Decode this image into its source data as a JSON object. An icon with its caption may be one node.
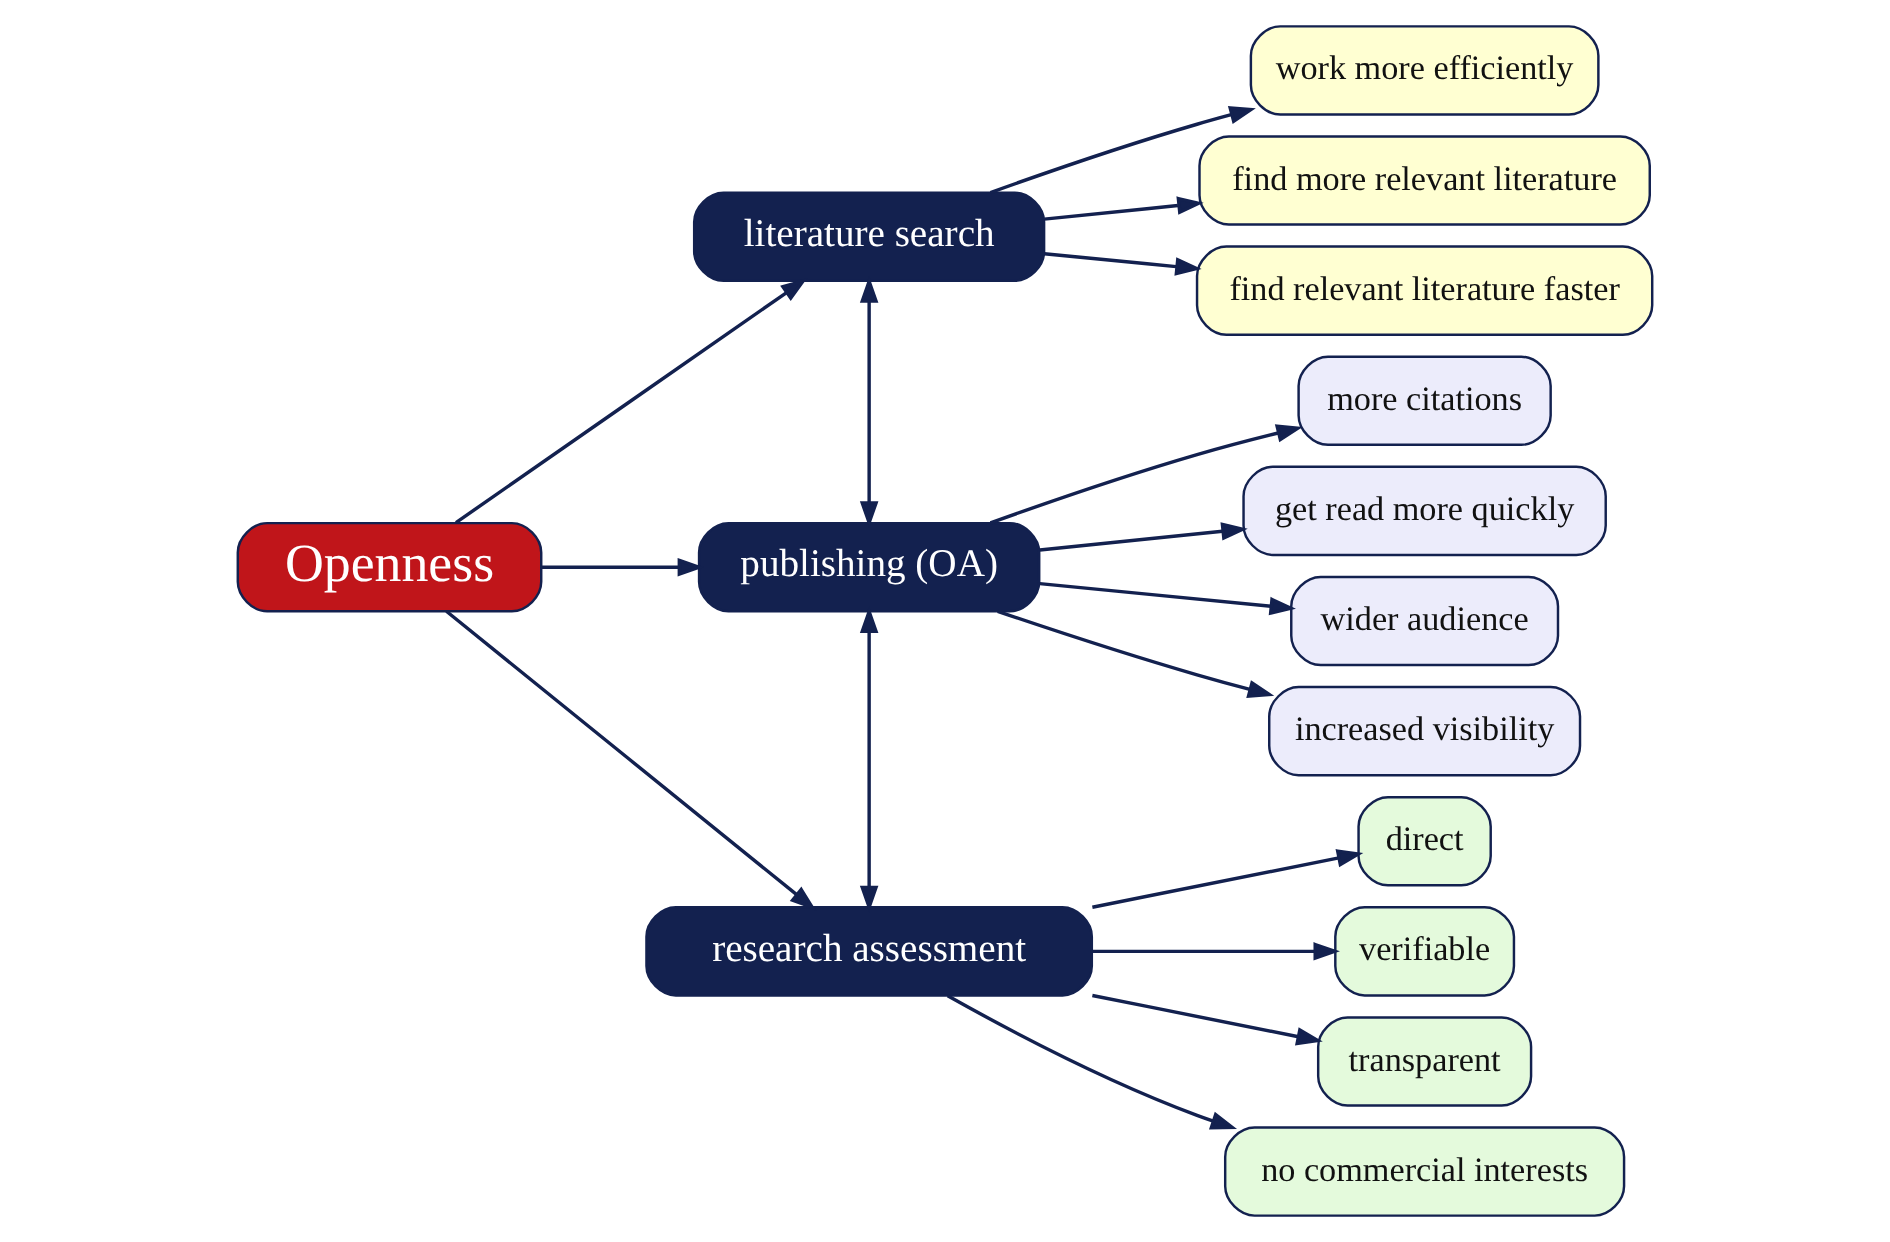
{
  "diagram": {
    "nodes": [
      {
        "text": [
          "Openness"
        ]
      },
      {
        "text": [
          "literature search"
        ]
      },
      {
        "text": [
          "publishing (OA)"
        ]
      },
      {
        "text": [
          "research assessment"
        ]
      },
      {
        "text": [
          "work more efficiently"
        ]
      },
      {
        "text": [
          "find more relevant literature"
        ]
      },
      {
        "text": [
          "find relevant literature faster"
        ]
      },
      {
        "text": [
          "more citations"
        ]
      },
      {
        "text": [
          "get read more quickly"
        ]
      },
      {
        "text": [
          "wider audience"
        ]
      },
      {
        "text": [
          "increased visibility"
        ]
      },
      {
        "text": [
          "direct"
        ]
      },
      {
        "text": [
          "verifiable"
        ]
      },
      {
        "text": [
          "transparent"
        ]
      },
      {
        "text": [
          "no commercial interests"
        ]
      }
    ],
    "edges": [
      {
        "from": 0,
        "to": 1,
        "arrow": "to"
      },
      {
        "from": 0,
        "to": 2,
        "arrow": "to"
      },
      {
        "from": 0,
        "to": 3,
        "arrow": "to"
      },
      {
        "from": 1,
        "to": 2,
        "arrow": "both"
      },
      {
        "from": 2,
        "to": 3,
        "arrow": "both"
      },
      {
        "from": 1,
        "to": 4,
        "arrow": "to"
      },
      {
        "from": 1,
        "to": 5,
        "arrow": "to"
      },
      {
        "from": 1,
        "to": 6,
        "arrow": "to"
      },
      {
        "from": 2,
        "to": 7,
        "arrow": "to"
      },
      {
        "from": 2,
        "to": 8,
        "arrow": "to"
      },
      {
        "from": 2,
        "to": 9,
        "arrow": "to"
      },
      {
        "from": 2,
        "to": 10,
        "arrow": "to"
      },
      {
        "from": 3,
        "to": 11,
        "arrow": "to"
      },
      {
        "from": 3,
        "to": 12,
        "arrow": "to"
      },
      {
        "from": 3,
        "to": 13,
        "arrow": "to"
      },
      {
        "from": 3,
        "to": 14,
        "arrow": "to"
      }
    ]
  }
}
